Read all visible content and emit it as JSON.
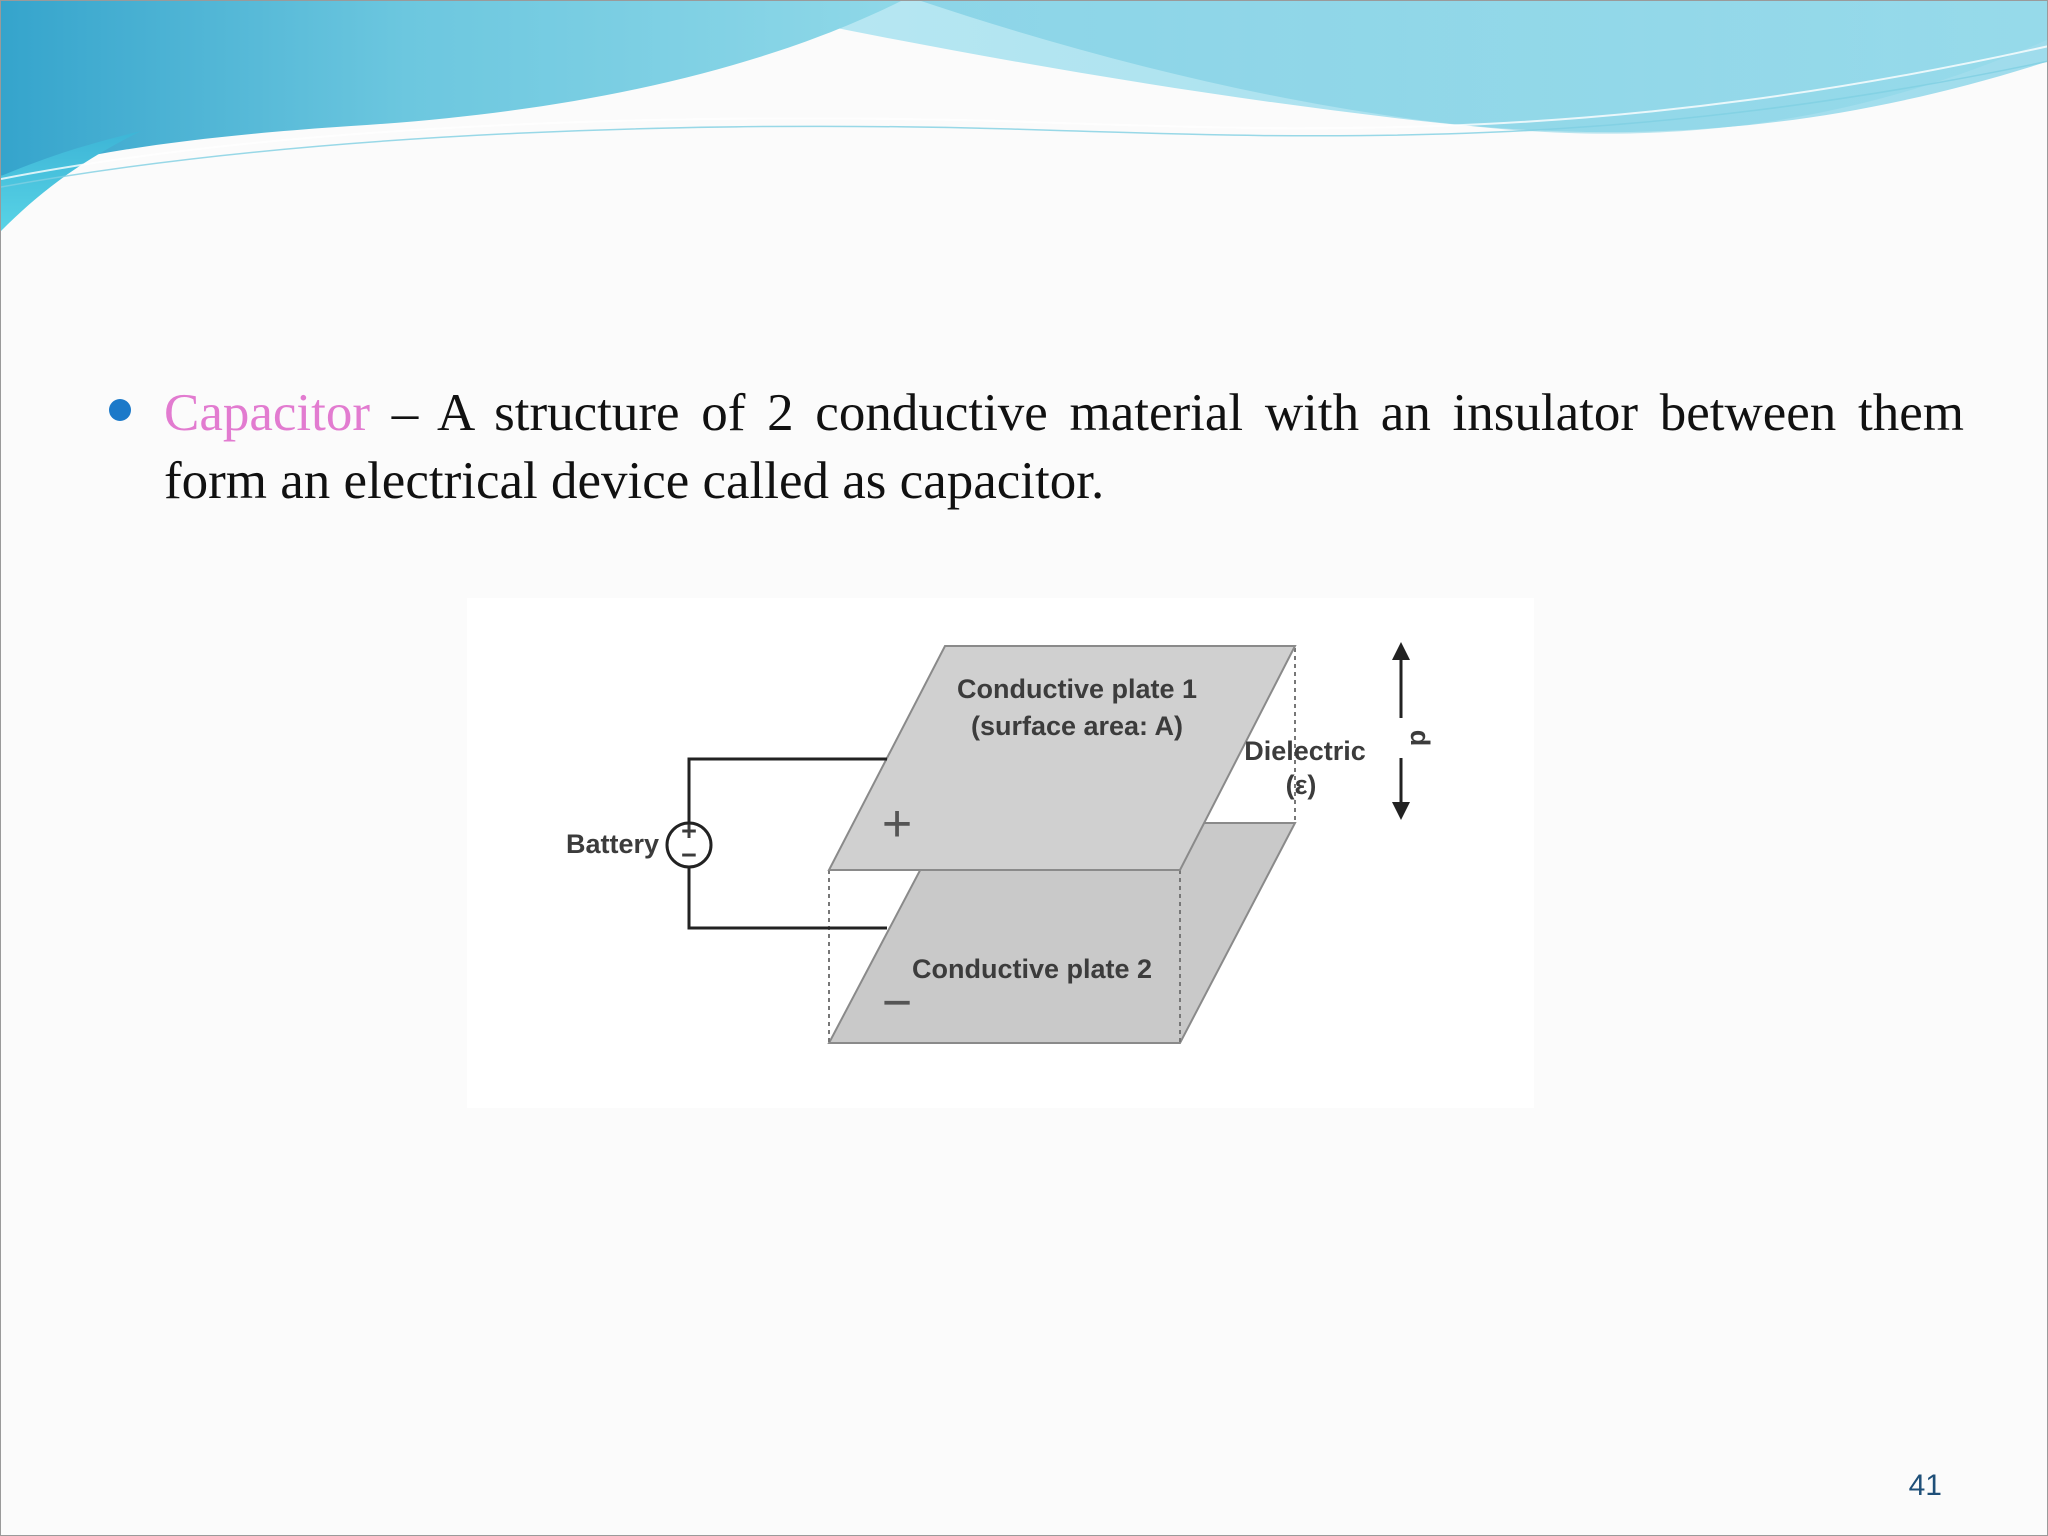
{
  "bullet": {
    "term": "Capacitor",
    "text": " – A structure of 2 conductive material with an insulator between them form an electrical device called as capacitor."
  },
  "diagram": {
    "plate1_line1": "Conductive plate 1",
    "plate1_line2": "(surface area: A)",
    "dielectric_line1": "Dielectric",
    "dielectric_line2": "(ε)",
    "distance": "d",
    "battery": "Battery",
    "plate2": "Conductive plate 2",
    "plus_sign": "+",
    "minus_sign": "−",
    "battery_plus": "+",
    "battery_minus": "−"
  },
  "footer": {
    "page_number": "41"
  },
  "colors": {
    "term": "#e27bd0",
    "bullet": "#1b79c9",
    "wave_dark": "#3fb6d6",
    "wave_light": "#a9e1ee"
  }
}
